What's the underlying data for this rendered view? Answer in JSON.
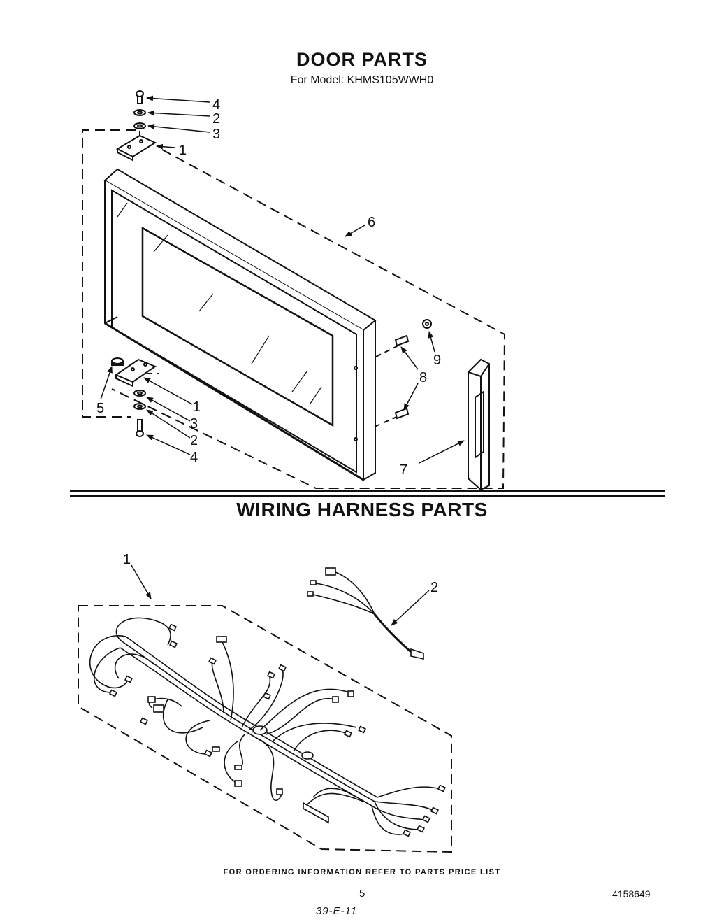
{
  "door_section": {
    "title": "DOOR PARTS",
    "subtitle": "For Model: KHMS105WWH0",
    "callouts": [
      {
        "label": "4",
        "part": "screw-top"
      },
      {
        "label": "2",
        "part": "washer-top"
      },
      {
        "label": "3",
        "part": "spacer-top"
      },
      {
        "label": "1",
        "part": "hinge-top"
      },
      {
        "label": "6",
        "part": "door-assembly"
      },
      {
        "label": "9",
        "part": "nut"
      },
      {
        "label": "8",
        "part": "screws"
      },
      {
        "label": "7",
        "part": "handle"
      },
      {
        "label": "5",
        "part": "bushing"
      },
      {
        "label": "1",
        "part": "hinge-bottom"
      },
      {
        "label": "3",
        "part": "spacer-bottom"
      },
      {
        "label": "2",
        "part": "washer-bottom"
      },
      {
        "label": "4",
        "part": "screw-bottom"
      }
    ]
  },
  "wiring_section": {
    "title": "WIRING HARNESS PARTS",
    "callouts": [
      {
        "label": "1",
        "part": "main-harness"
      },
      {
        "label": "2",
        "part": "secondary-harness"
      }
    ]
  },
  "footer": {
    "ordering_note": "FOR ORDERING INFORMATION REFER TO PARTS PRICE LIST",
    "page_number": "5",
    "doc_number": "4158649",
    "handwritten": "39-E-11"
  },
  "colors": {
    "ink": "#111111",
    "paper": "#ffffff"
  }
}
